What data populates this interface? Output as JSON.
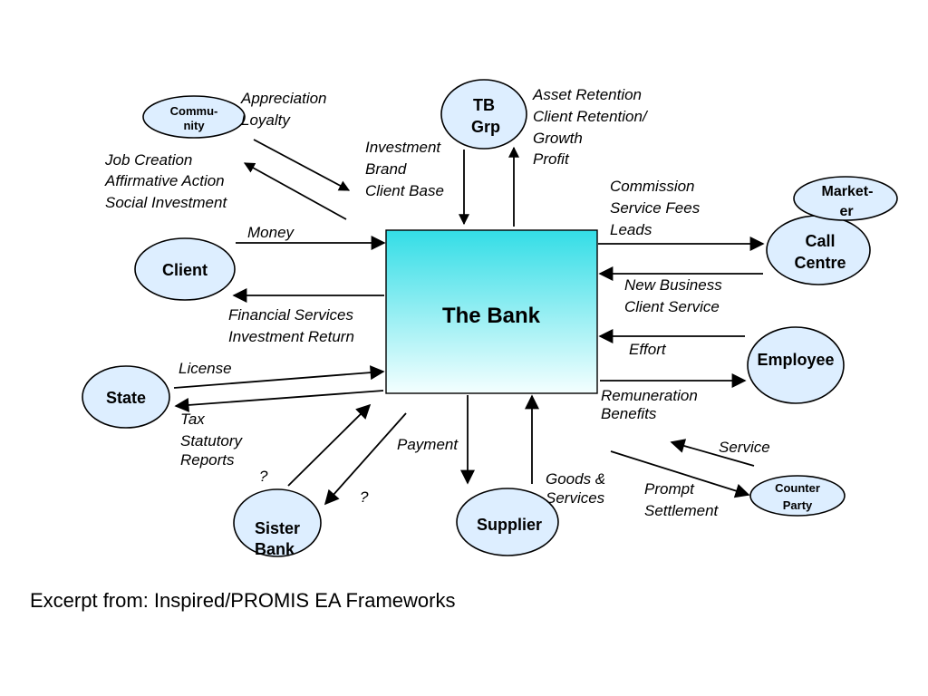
{
  "center": {
    "label": "The Bank"
  },
  "nodes": {
    "community": [
      "Commu-",
      "nity"
    ],
    "tb_grp": [
      "TB",
      "Grp"
    ],
    "marketer": [
      "Market-",
      "er"
    ],
    "call_centre": [
      "Call",
      "Centre"
    ],
    "client": "Client",
    "employee": "Employee",
    "state": "State",
    "counter_party": [
      "Counter",
      "Party"
    ],
    "sister_bank": [
      "Sister",
      "Bank"
    ],
    "supplier": "Supplier"
  },
  "flows": {
    "community_to_bank": [
      "Appreciation",
      "Loyalty"
    ],
    "bank_to_community": [
      "Job Creation",
      "Affirmative Action",
      "Social Investment"
    ],
    "tb_to_bank": [
      "Investment",
      "Brand",
      "Client Base"
    ],
    "bank_to_tb": [
      "Asset Retention",
      "Client Retention/",
      "Growth",
      "Profit"
    ],
    "bank_to_callcentre": [
      "Commission",
      "Service Fees",
      "Leads"
    ],
    "callcentre_to_bank": [
      "New Business",
      "Client Service"
    ],
    "client_to_bank": [
      "Money"
    ],
    "bank_to_client": [
      "Financial Services",
      "Investment Return"
    ],
    "employee_to_bank": [
      "Effort"
    ],
    "bank_to_employee": [
      "Remuneration",
      "Benefits"
    ],
    "state_to_bank": [
      "License"
    ],
    "bank_to_state": [
      "Tax",
      "Statutory",
      "Reports"
    ],
    "sister_q1": "?",
    "sister_q2": "?",
    "bank_to_supplier": [
      "Payment"
    ],
    "supplier_to_bank": [
      "Goods &",
      "Services"
    ],
    "counterparty_to_bank": [
      "Service"
    ],
    "bank_to_counterparty": [
      "Prompt",
      "Settlement"
    ]
  },
  "caption": "Excerpt from: Inspired/PROMIS EA Frameworks",
  "colors": {
    "node_fill": "#ddeeff",
    "bank_gradient_top": "#33dde6",
    "bank_gradient_bottom": "#f4ffff",
    "stroke": "#000000"
  }
}
